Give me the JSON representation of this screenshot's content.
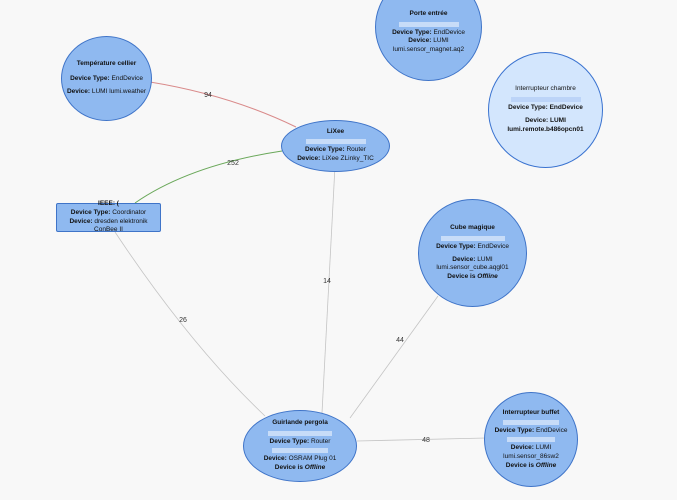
{
  "labels": {
    "device_type": "Device Type:",
    "device": "Device:",
    "device_is": "Device is",
    "offline": "Offline"
  },
  "nodes": {
    "coordinator": {
      "name": "IEEE: (",
      "type": "Coordinator",
      "device": "dresden elektronik ConBee II"
    },
    "lixee": {
      "name": "LiXee",
      "type": "Router",
      "device": "LiXee ZLinky_TIC"
    },
    "temperature": {
      "name": "Température cellier",
      "type": "EndDevice",
      "device": "LUMI lumi.weather"
    },
    "porte": {
      "name": "Porte entrée",
      "type": "EndDevice",
      "device": "LUMI lumi.sensor_magnet.aq2"
    },
    "interrupteur_chambre": {
      "name": "Interrupteur chambre",
      "type": "EndDevice",
      "device": "LUMI lumi.remote.b486opcn01"
    },
    "cube": {
      "name": "Cube magique",
      "type": "EndDevice",
      "device": "LUMI lumi.sensor_cube.aqgl01"
    },
    "guirlande": {
      "name": "Guirlande pergola",
      "type": "Router",
      "device": "OSRAM Plug 01"
    },
    "interrupteur_buffet": {
      "name": "Interrupteur buffet",
      "type": "EndDevice",
      "device": "LUMI lumi.sensor_86sw2"
    }
  },
  "links": {
    "temperature_lixee": "94",
    "coordinator_lixee": "252",
    "lixee_guirlande": "14",
    "coordinator_guirlande": "26",
    "cube_guirlande": "44",
    "guirlande_buffet": "48"
  },
  "colors": {
    "node_fill": "#8fb9f0",
    "node_border": "#3f74c8",
    "selected_fill": "#d3e6fd",
    "link_red": "#d98a8a",
    "link_green": "#6aa85a",
    "link_gray": "#c4c4c4"
  }
}
